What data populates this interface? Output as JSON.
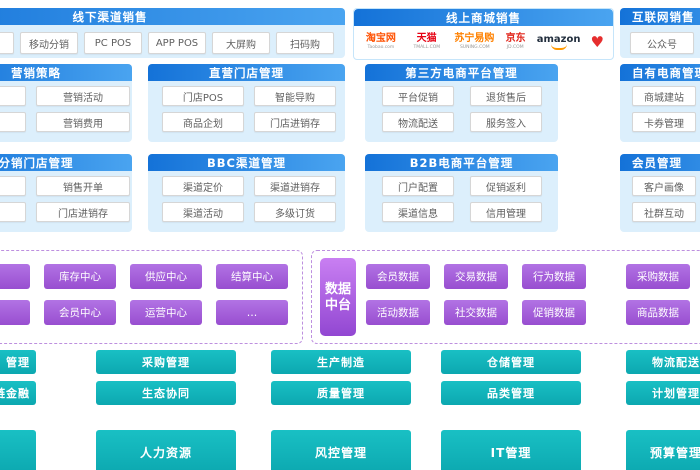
{
  "colors": {
    "header_blue": "#1472d8",
    "panel_blue": "#dceffc",
    "purple": "#9d55d6",
    "teal": "#0fb0b6",
    "taobao_orange": "#ff5000",
    "jd_red": "#e1251b"
  },
  "top_sections": [
    {
      "title": "线下渠道销售",
      "items": [
        "移动分销",
        "PC POS",
        "APP POS",
        "大屏购",
        "扫码购"
      ]
    },
    {
      "title": "线上商城销售",
      "brands": [
        {
          "name": "taobao",
          "label": "淘宝网",
          "sub": "Taobao.com",
          "color": "#ff5000"
        },
        {
          "name": "tmall",
          "label": "天猫",
          "sub": "TMALL.COM",
          "color": "#e60012"
        },
        {
          "name": "suning",
          "label": "苏宁易购",
          "sub": "SUNING.COM",
          "color": "#ff8100"
        },
        {
          "name": "jd",
          "label": "京东",
          "sub": "JD.COM",
          "color": "#e1251b"
        },
        {
          "name": "amazon",
          "label": "amazon",
          "sub": "",
          "color": "#232f3e",
          "smile": true
        },
        {
          "name": "heart",
          "label": "♥",
          "sub": "",
          "color": "#e62e2e",
          "heart": true
        }
      ]
    },
    {
      "title": "互联网销售",
      "items": [
        "公众号"
      ]
    }
  ],
  "business_groups": [
    {
      "title": "营销策略",
      "rows": [
        [
          "营销活动"
        ],
        [
          "营销费用"
        ]
      ]
    },
    {
      "title": "直营门店管理",
      "rows": [
        [
          "门店POS",
          "智能导购"
        ],
        [
          "商品企划",
          "门店进销存"
        ]
      ]
    },
    {
      "title": "第三方电商平台管理",
      "rows": [
        [
          "平台促销",
          "退货售后"
        ],
        [
          "物流配送",
          "服务签入"
        ]
      ]
    },
    {
      "title": "自有电商管理",
      "rows": [
        [
          "商城建站"
        ],
        [
          "卡券管理"
        ]
      ]
    },
    {
      "title": "分销门店管理",
      "rows": [
        [
          "销售开单"
        ],
        [
          "门店进销存"
        ]
      ]
    },
    {
      "title": "BBC渠道管理",
      "rows": [
        [
          "渠道定价",
          "渠道进销存"
        ],
        [
          "渠道活动",
          "多级订货"
        ]
      ]
    },
    {
      "title": "B2B电商平台管理",
      "rows": [
        [
          "门户配置",
          "促销返利"
        ],
        [
          "渠道信息",
          "信用管理"
        ]
      ]
    },
    {
      "title": "会员管理",
      "rows": [
        [
          "客户画像"
        ],
        [
          "社群互动"
        ]
      ]
    }
  ],
  "middle_platform": {
    "label": "数据中台",
    "label_lines": [
      "数据",
      "中台"
    ],
    "business_centers": [
      [
        "库存中心",
        "供应中心",
        "结算中心"
      ],
      [
        "会员中心",
        "运营中心",
        "…"
      ]
    ],
    "data_centers": [
      [
        "会员数据",
        "交易数据",
        "行为数据"
      ],
      [
        "活动数据",
        "社交数据",
        "促销数据"
      ]
    ],
    "right_data": [
      "采购数据",
      "商品数据"
    ]
  },
  "supply_chain": [
    {
      "left_partial": "管理",
      "cells": [
        "采购管理",
        "生产制造",
        "仓储管理"
      ],
      "right": "物流配送"
    },
    {
      "left_partial": "链金融",
      "cells": [
        "生态协同",
        "质量管理",
        "品类管理"
      ],
      "right": "计划管理"
    }
  ],
  "foundation": {
    "left_partial": "",
    "cells": [
      "人力资源",
      "风控管理",
      "IT管理"
    ],
    "right": "预算管理"
  }
}
